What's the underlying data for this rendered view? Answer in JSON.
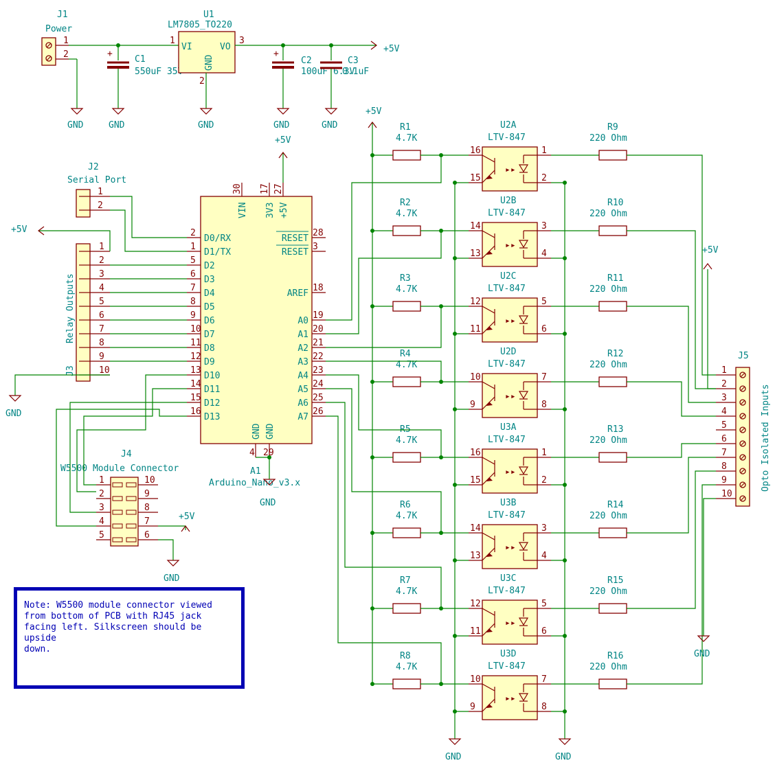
{
  "power": {
    "j1": {
      "ref": "J1",
      "value": "Power",
      "pins": [
        "1",
        "2"
      ]
    },
    "u1": {
      "ref": "U1",
      "value": "LM7805_TO220",
      "pin_vi": "VI",
      "pin_vo": "VO",
      "pin_gnd": "GND",
      "pins": [
        "1",
        "3",
        "2"
      ]
    },
    "c1": {
      "ref": "C1",
      "value": "550uF 35V"
    },
    "c2": {
      "ref": "C2",
      "value": "100uF 6.3V"
    },
    "c3": {
      "ref": "C3",
      "value": "0.1uF"
    },
    "vcc_label": "+5V",
    "gnd_label": "GND"
  },
  "j2": {
    "ref": "J2",
    "value": "Serial Port",
    "pins": [
      "1",
      "2"
    ]
  },
  "j3": {
    "ref": "J3",
    "value": "Relay Outputs",
    "pins": [
      "1",
      "2",
      "3",
      "4",
      "5",
      "6",
      "7",
      "8",
      "9",
      "10"
    ]
  },
  "j4": {
    "ref": "J4",
    "value": "W5500 Module Connector",
    "left_pins": [
      "1",
      "2",
      "3",
      "4",
      "5"
    ],
    "right_pins": [
      "10",
      "9",
      "8",
      "7",
      "6"
    ]
  },
  "j5": {
    "ref": "J5",
    "value": "Opto Isolated Inputs",
    "pins": [
      "1",
      "2",
      "3",
      "4",
      "5",
      "6",
      "7",
      "8",
      "9",
      "10"
    ]
  },
  "a1": {
    "ref": "A1",
    "value": "Arduino_Nano_v3.x",
    "top_pins": [
      {
        "num": "30",
        "name": "VIN"
      },
      {
        "num": "17",
        "name": "3V3"
      },
      {
        "num": "27",
        "name": "+5V"
      }
    ],
    "bottom_pins": [
      {
        "num": "4",
        "name": "GND"
      },
      {
        "num": "29",
        "name": "GND"
      }
    ],
    "left_pins": [
      {
        "num": "2",
        "name": "D0/RX"
      },
      {
        "num": "1",
        "name": "D1/TX"
      },
      {
        "num": "5",
        "name": "D2"
      },
      {
        "num": "6",
        "name": "D3"
      },
      {
        "num": "7",
        "name": "D4"
      },
      {
        "num": "8",
        "name": "D5"
      },
      {
        "num": "9",
        "name": "D6"
      },
      {
        "num": "10",
        "name": "D7"
      },
      {
        "num": "11",
        "name": "D8"
      },
      {
        "num": "12",
        "name": "D9"
      },
      {
        "num": "13",
        "name": "D10"
      },
      {
        "num": "14",
        "name": "D11"
      },
      {
        "num": "15",
        "name": "D12"
      },
      {
        "num": "16",
        "name": "D13"
      }
    ],
    "right_pins": [
      {
        "num": "28",
        "name": "RESET"
      },
      {
        "num": "3",
        "name": "RESET"
      },
      {
        "num": "18",
        "name": "AREF"
      },
      {
        "num": "19",
        "name": "A0"
      },
      {
        "num": "20",
        "name": "A1"
      },
      {
        "num": "21",
        "name": "A2"
      },
      {
        "num": "22",
        "name": "A3"
      },
      {
        "num": "23",
        "name": "A4"
      },
      {
        "num": "24",
        "name": "A5"
      },
      {
        "num": "25",
        "name": "A6"
      },
      {
        "num": "26",
        "name": "A7"
      }
    ]
  },
  "opto_channels": [
    {
      "unit": "U2A",
      "value": "LTV-847",
      "pins": [
        "16",
        "15",
        "1",
        "2"
      ],
      "r_in": {
        "ref": "R1",
        "value": "4.7K"
      },
      "r_out": {
        "ref": "R9",
        "value": "220 Ohm"
      }
    },
    {
      "unit": "U2B",
      "value": "LTV-847",
      "pins": [
        "14",
        "13",
        "3",
        "4"
      ],
      "r_in": {
        "ref": "R2",
        "value": "4.7K"
      },
      "r_out": {
        "ref": "R10",
        "value": "220 Ohm"
      }
    },
    {
      "unit": "U2C",
      "value": "LTV-847",
      "pins": [
        "12",
        "11",
        "5",
        "6"
      ],
      "r_in": {
        "ref": "R3",
        "value": "4.7K"
      },
      "r_out": {
        "ref": "R11",
        "value": "220 Ohm"
      }
    },
    {
      "unit": "U2D",
      "value": "LTV-847",
      "pins": [
        "10",
        "9",
        "7",
        "8"
      ],
      "r_in": {
        "ref": "R4",
        "value": "4.7K"
      },
      "r_out": {
        "ref": "R12",
        "value": "220 Ohm"
      }
    },
    {
      "unit": "U3A",
      "value": "LTV-847",
      "pins": [
        "16",
        "15",
        "1",
        "2"
      ],
      "r_in": {
        "ref": "R5",
        "value": "4.7K"
      },
      "r_out": {
        "ref": "R13",
        "value": "220 Ohm"
      }
    },
    {
      "unit": "U3B",
      "value": "LTV-847",
      "pins": [
        "14",
        "13",
        "3",
        "4"
      ],
      "r_in": {
        "ref": "R6",
        "value": "4.7K"
      },
      "r_out": {
        "ref": "R14",
        "value": "220 Ohm"
      }
    },
    {
      "unit": "U3C",
      "value": "LTV-847",
      "pins": [
        "12",
        "11",
        "5",
        "6"
      ],
      "r_in": {
        "ref": "R7",
        "value": "4.7K"
      },
      "r_out": {
        "ref": "R15",
        "value": "220 Ohm"
      }
    },
    {
      "unit": "U3D",
      "value": "LTV-847",
      "pins": [
        "10",
        "9",
        "7",
        "8"
      ],
      "r_in": {
        "ref": "R8",
        "value": "4.7K"
      },
      "r_out": {
        "ref": "R16",
        "value": "220 Ohm"
      }
    }
  ],
  "note": "Note: W5500 module connector viewed\nfrom bottom of PCB with RJ45 jack\nfacing left. Silkscreen should be upside\ndown."
}
